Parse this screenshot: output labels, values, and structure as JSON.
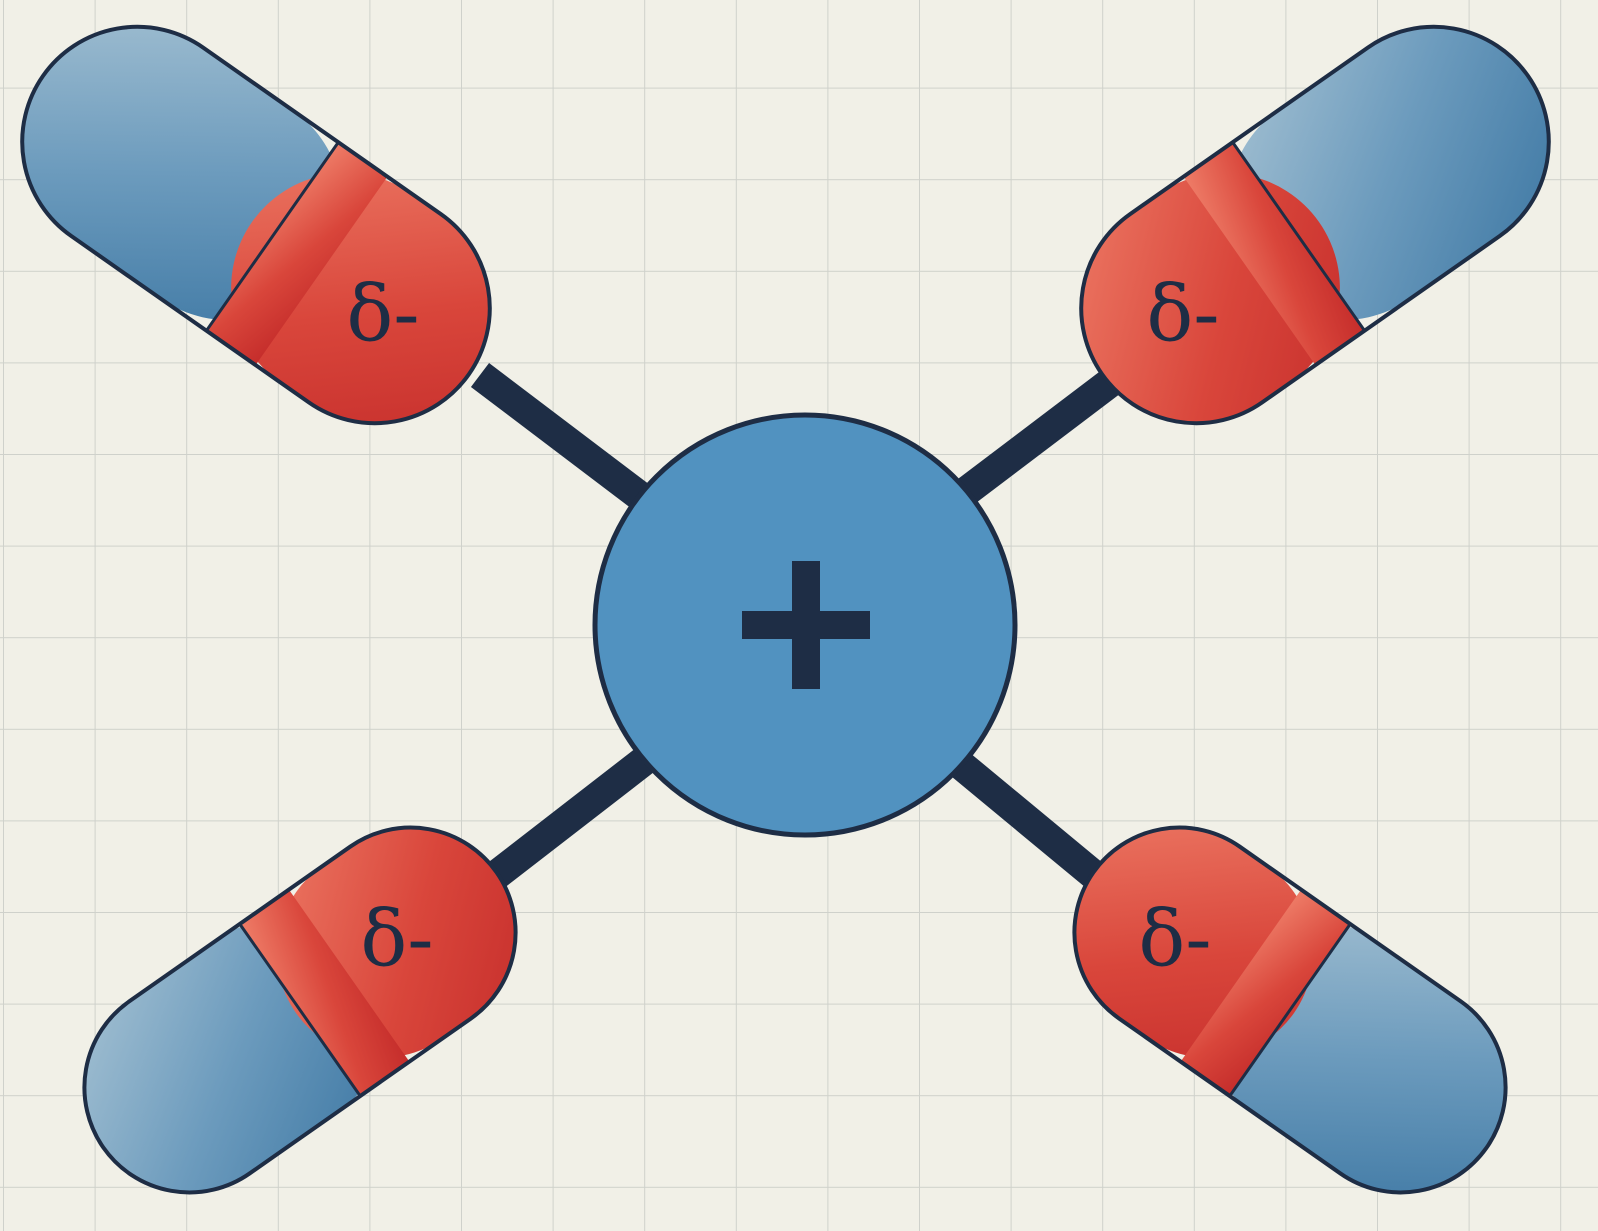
{
  "colors": {
    "background": "#f1f0e7",
    "grid_line": "#cfd1cb",
    "cation_fill": "#5192c0",
    "outline": "#1e2d45",
    "bond": "#1e2d45",
    "negative_end": "#d9463b",
    "positive_end": "#5a8eb3"
  },
  "cation": {
    "charge_symbol": "+"
  },
  "water_molecules": [
    {
      "id": "top-left",
      "label": "δ-"
    },
    {
      "id": "top-right",
      "label": "δ-"
    },
    {
      "id": "bottom-left",
      "label": "δ-"
    },
    {
      "id": "bottom-right",
      "label": "δ-"
    }
  ]
}
